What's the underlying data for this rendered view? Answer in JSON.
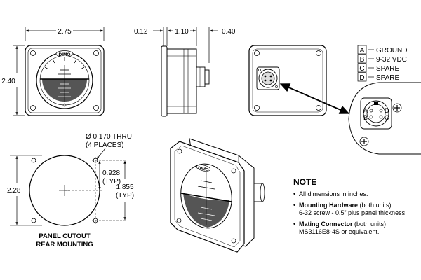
{
  "front_view": {
    "width_dim": "2.75",
    "height_dim": "2.40",
    "logo_text": "DIMO"
  },
  "side_view": {
    "dim_front_flange": "0.12",
    "dim_body_depth": "1.10",
    "dim_connector": "0.40"
  },
  "rear_view": {
    "pin_legend": [
      {
        "letter": "A",
        "label": "GROUND"
      },
      {
        "letter": "B",
        "label": "9-32 VDC"
      },
      {
        "letter": "C",
        "label": "SPARE"
      },
      {
        "letter": "D",
        "label": "SPARE"
      }
    ],
    "pin_letters": [
      "A",
      "B",
      "C",
      "D"
    ]
  },
  "panel_cutout": {
    "hole_spec_line1": "Ø 0.170 THRU",
    "hole_spec_line2": "(4 PLACES)",
    "dim_hole_offset": "0.928",
    "dim_hole_offset_typ": "(TYP)",
    "dim_hole_spacing": "1.855",
    "dim_hole_spacing_typ": "(TYP)",
    "dim_cutout_diameter": "2.28",
    "caption_line1": "PANEL CUTOUT",
    "caption_line2": "REAR MOUNTING"
  },
  "notes": {
    "title": "NOTE",
    "items": [
      {
        "heading": "",
        "paren": "",
        "text": "All dimensions in inches."
      },
      {
        "heading": "Mounting Hardware",
        "paren": "(both units)",
        "text": "6-32 screw - 0.5” plus panel thickness"
      },
      {
        "heading": "Mating Connector",
        "paren": "(both units)",
        "text": "MS3116E8-4S or equivalent."
      }
    ]
  }
}
